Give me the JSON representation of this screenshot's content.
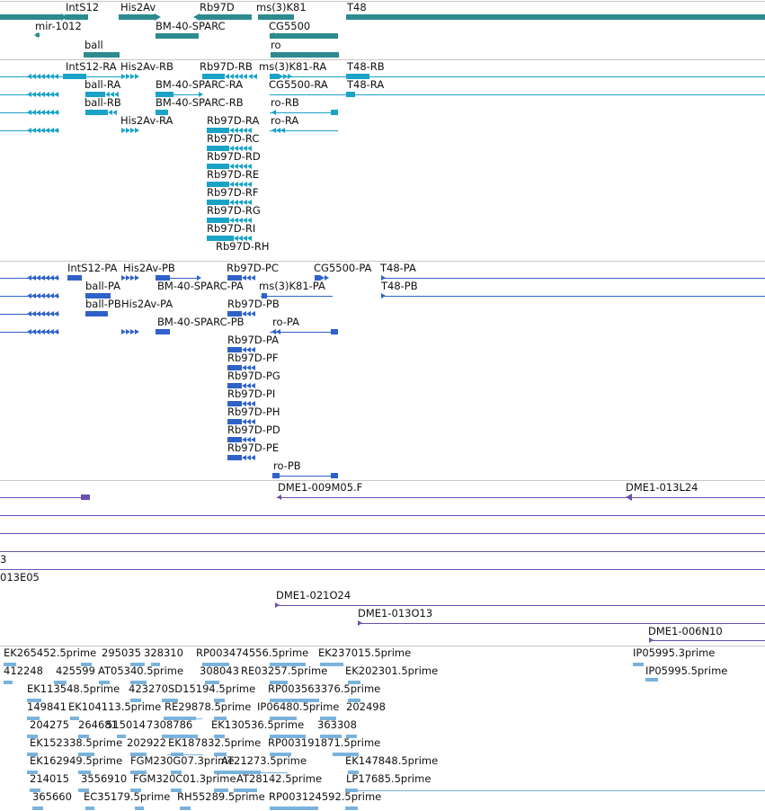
{
  "colors": {
    "gene": "#2c8b8e",
    "transcript": "#1aa3c7",
    "protein": "#2f62c9",
    "clone": "#6b4fae",
    "est": "#79b3dd",
    "separator": "#c8c8c8"
  },
  "tracks": {
    "genes": {
      "labels": [
        "IntS12",
        "His2Av",
        "Rb97D",
        "ms(3)K81",
        "T48",
        "mir-1012",
        "BM-40-SPARC",
        "CG5500",
        "ball",
        "ro"
      ]
    },
    "transcripts": {
      "labels": [
        "IntS12-RA",
        "His2Av-RB",
        "Rb97D-RB",
        "ms(3)K81-RA",
        "T48-RB",
        "ball-RA",
        "BM-40-SPARC-RA",
        "CG5500-RA",
        "T48-RA",
        "ball-RB",
        "BM-40-SPARC-RB",
        "ro-RB",
        "His2Av-RA",
        "Rb97D-RA",
        "ro-RA",
        "Rb97D-RC",
        "Rb97D-RD",
        "Rb97D-RE",
        "Rb97D-RF",
        "Rb97D-RG",
        "Rb97D-RI",
        "Rb97D-RH"
      ]
    },
    "proteins": {
      "labels": [
        "IntS12-PA",
        "His2Av-PB",
        "Rb97D-PC",
        "CG5500-PA",
        "T48-PA",
        "ball-PA",
        "BM-40-SPARC-PA",
        "ms(3)K81-PA",
        "T48-PB",
        "ball-PB",
        "His2Av-PA",
        "Rb97D-PB",
        "BM-40-SPARC-PB",
        "ro-PA",
        "Rb97D-PA",
        "Rb97D-PF",
        "Rb97D-PG",
        "Rb97D-PI",
        "Rb97D-PH",
        "Rb97D-PD",
        "Rb97D-PE",
        "ro-PB"
      ]
    },
    "clones": {
      "labels": [
        "DME1-009M05.F",
        "DME1-013L24",
        "3",
        "013E05",
        "DME1-021O24",
        "DME1-013O13",
        "DME1-006N10"
      ]
    },
    "ests": {
      "labels": [
        "EK265452.5prime",
        "295035",
        "328310",
        "RP003474556.5prime",
        "EK237015.5prime",
        "IP05995.3prime",
        "412248",
        "425599",
        "AT05340.5prime",
        "308043",
        "RE03257.5prime",
        "EK202301.5prime",
        "IP05995.5prime",
        "EK113548.5prime",
        "423270",
        "SD15194.5prime",
        "RP003563376.5prime",
        "149841",
        "EK104113.5prime",
        "RE29878.5prime",
        "IP06480.5prime",
        "202498",
        "204275",
        "264681",
        "515014",
        "7308786",
        "EK130536.5prime",
        "363308",
        "EK152338.5prime",
        "202922",
        "EK187832.5prime",
        "RP003191871.5prime",
        "EK162949.5prime",
        "FGM230G07.3prime",
        "AT21273.5prime",
        "EK147848.5prime",
        "214015",
        "3556910",
        "FGM320C01.3prime",
        "AT28142.5prime",
        "LP17685.5prime",
        "365660",
        "EC35179.5prime",
        "RH55289.5prime",
        "RP003124592.5prime"
      ]
    }
  }
}
